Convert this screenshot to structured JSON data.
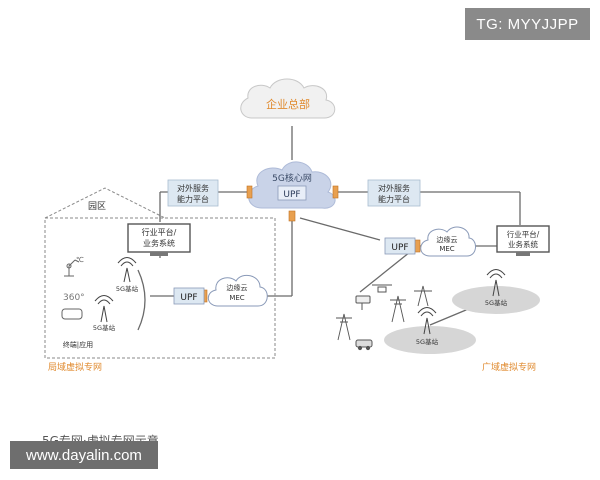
{
  "watermark_tg": "TG: MYYJJPP",
  "watermark_site": "www.dayalin.com",
  "caption": "5G专网·虚拟专网示意",
  "hq": "企业总部",
  "core_title": "5G核心网",
  "core_upf": "UPF",
  "service_platform_left": [
    "对外服务",
    "能力平台"
  ],
  "service_platform_right": [
    "对外服务",
    "能力平台"
  ],
  "park": "园区",
  "industry_platform_left": [
    "行业平台/",
    "业务系统"
  ],
  "industry_platform_right": [
    "行业平台/",
    "业务系统"
  ],
  "base_station_a": "5G基站",
  "base_station_b": "5G基站",
  "base_station_c": "5G基站",
  "base_station_d": "5G基站",
  "terminals": "终端|应用",
  "vr_label": "360°",
  "upf_left": "UPF",
  "edge_left": [
    "边缘云",
    "MEC"
  ],
  "upf_right": "UPF",
  "edge_right": [
    "边缘云",
    "MEC"
  ],
  "lan_label": "局域虚拟专网",
  "wan_label": "广域虚拟专网",
  "colors": {
    "accent": "#e08a2e",
    "cloud": "#c9d3e8",
    "line": "#6a6a6a",
    "box": "#dde8f2"
  }
}
